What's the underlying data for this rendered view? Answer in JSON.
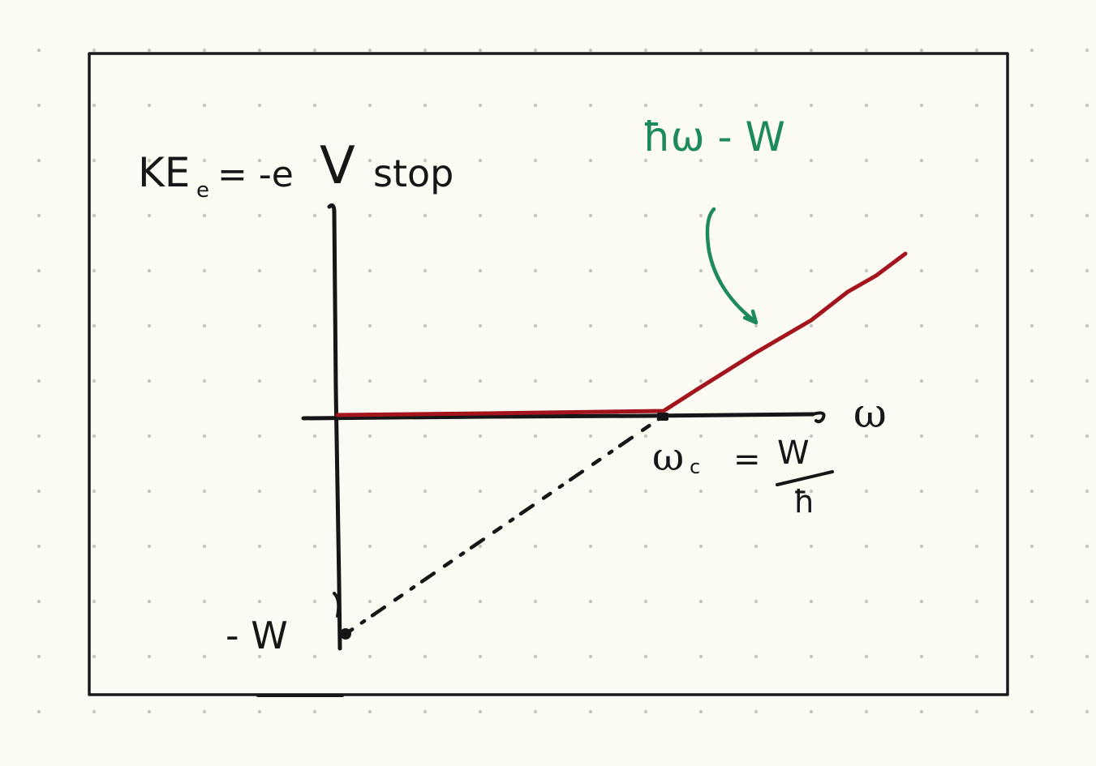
{
  "diagram": {
    "y_axis_label_prefix": "KE",
    "y_axis_label_subscript": "e",
    "y_axis_label_eq": "= -e",
    "y_axis_label_v": "V",
    "y_axis_label_sub": "stop",
    "x_axis_label": "ω",
    "cutoff_label_lhs": "ω",
    "cutoff_label_lhs_sub": "c",
    "cutoff_label_eq": "=",
    "cutoff_label_num": "W",
    "cutoff_label_den": "ħ",
    "intercept_label": "- W",
    "line_annotation": "ħω - W"
  },
  "colors": {
    "background": "#fbfaf3",
    "grid_dot": "#c9c8c0",
    "frame": "#1a1a1a",
    "axes": "#161616",
    "kinetic_energy_curve": "#a3141c",
    "annotation": "#1d8a5a"
  }
}
